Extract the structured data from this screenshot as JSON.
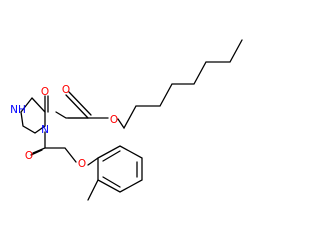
{
  "molecule": {
    "atoms": [
      {
        "symbol": "N",
        "label": "NH"
      },
      {
        "symbol": "O",
        "label": "O"
      },
      {
        "symbol": "O",
        "label": "O"
      },
      {
        "symbol": "O",
        "label": "O"
      },
      {
        "symbol": "N",
        "label": "N"
      },
      {
        "symbol": "O",
        "label": "O"
      },
      {
        "symbol": "O",
        "label": "O"
      }
    ]
  },
  "colors": {
    "nitrogen": "#0000ff",
    "oxygen": "#ff0000",
    "bond": "#000000",
    "background": "#ffffff"
  }
}
